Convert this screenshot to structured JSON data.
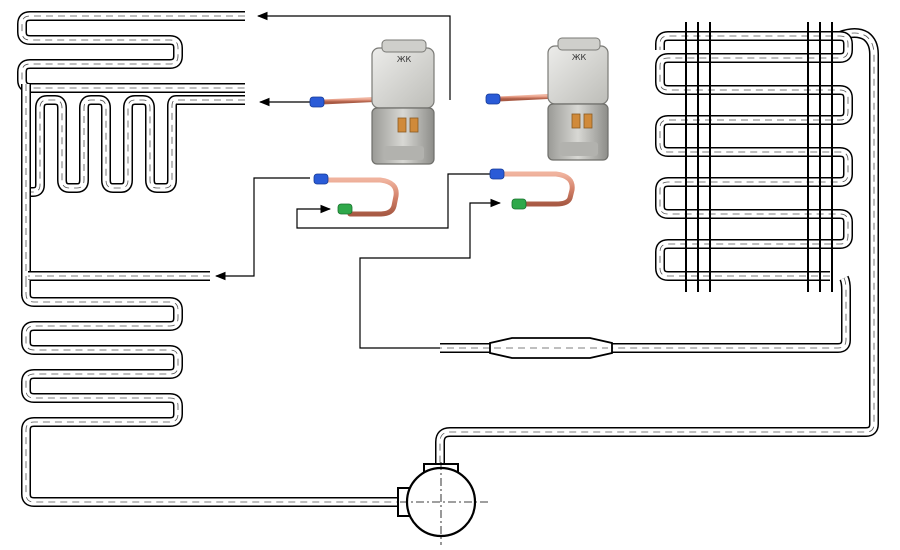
{
  "diagram": {
    "valves": [
      {
        "id": "valve-left",
        "logo": "ЖК"
      },
      {
        "id": "valve-right",
        "logo": "ЖК"
      }
    ],
    "colors": {
      "background": "#ffffff",
      "tube_outline": "#000000",
      "tube_fill": "#ffffff",
      "copper_pipe": "#d4826a",
      "valve_body": "#d9d9d4",
      "outlet_fitting": "#2a5bd7",
      "inlet_fitting": "#2fa84a",
      "terminals": "#d08a3a"
    }
  }
}
